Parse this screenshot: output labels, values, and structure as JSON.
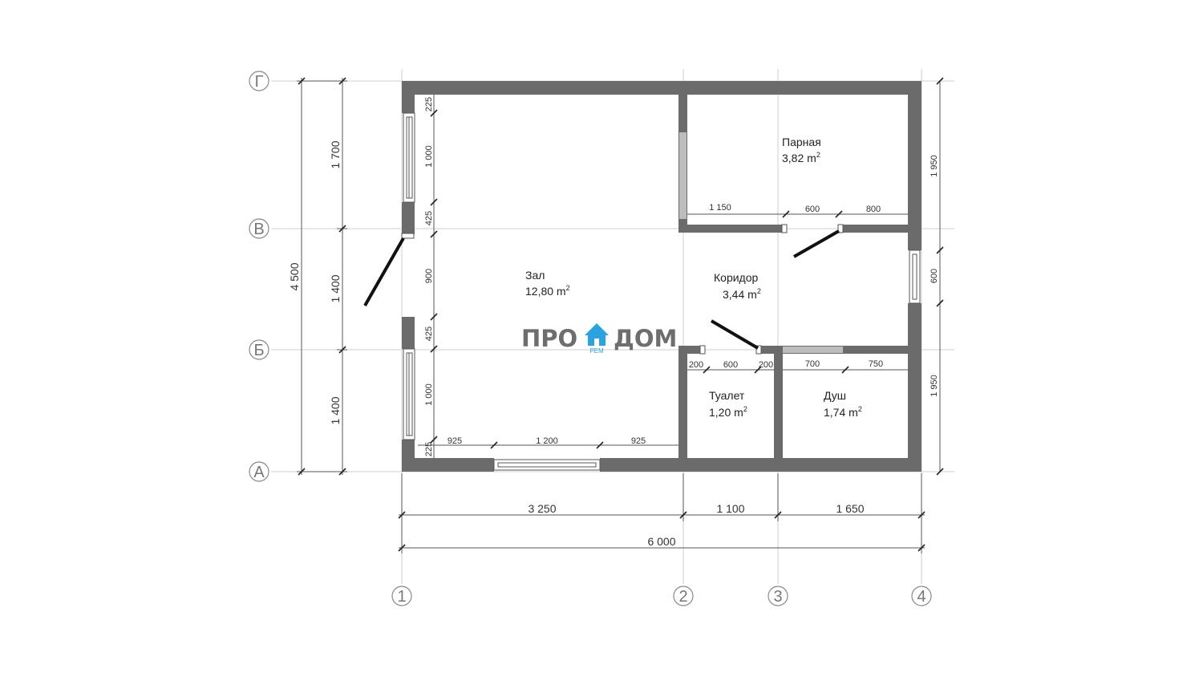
{
  "axes": {
    "rows": [
      "Г",
      "В",
      "Б",
      "А"
    ],
    "cols": [
      "1",
      "2",
      "3",
      "4"
    ]
  },
  "rooms": [
    {
      "name": "Зал",
      "area": "12,80 m",
      "sup": "2"
    },
    {
      "name": "Парная",
      "area": "3,82 m",
      "sup": "2"
    },
    {
      "name": "Коридор",
      "area": "3,44 m",
      "sup": "2"
    },
    {
      "name": "Туалет",
      "area": "1,20 m",
      "sup": "2"
    },
    {
      "name": "Душ",
      "area": "1,74 m",
      "sup": "2"
    }
  ],
  "dimensions": {
    "bottom_segments": [
      "3 250",
      "1 100",
      "1 650"
    ],
    "bottom_total": "6 000",
    "left_total": "4 500",
    "left_segments": [
      "1 700",
      "1 400",
      "1 400"
    ],
    "left_wall_top": [
      "225",
      "1 000",
      "425"
    ],
    "left_wall_mid": "900",
    "left_wall_bottom": [
      "425",
      "1 000",
      "225"
    ],
    "zal_bottom": [
      "925",
      "1 200",
      "925"
    ],
    "parnaya": [
      "1 150",
      "600",
      "800"
    ],
    "toilet": [
      "200",
      "600",
      "200"
    ],
    "shower": [
      "700",
      "750"
    ],
    "right": [
      "1 950",
      "600",
      "1 950"
    ]
  },
  "logo": {
    "left": "ПРО",
    "right": "ДОМ",
    "sub": "РЕМ"
  },
  "colors": {
    "wall": "#6b6b6b",
    "partition": "#9a9a9a",
    "grid": "#cfcfcf",
    "dimension": "#555555",
    "logo_accent": "#2aa3e0",
    "logo_text": "#6e6e6e"
  }
}
